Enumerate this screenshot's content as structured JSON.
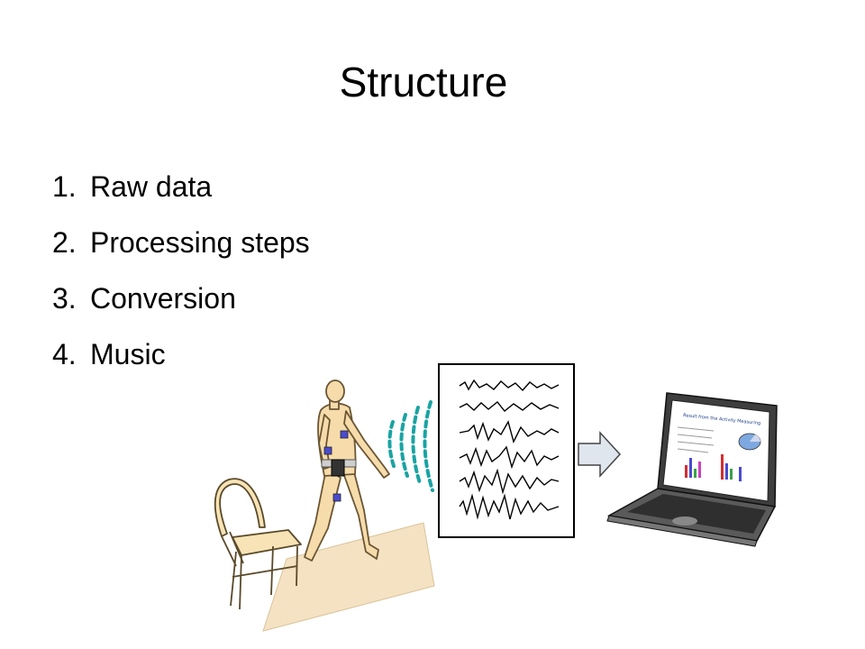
{
  "slide": {
    "title": "Structure",
    "items": [
      {
        "number": "1.",
        "text": "Raw data"
      },
      {
        "number": "2.",
        "text": "Processing steps"
      },
      {
        "number": "3.",
        "text": "Conversion"
      },
      {
        "number": "4.",
        "text": "Music"
      }
    ]
  },
  "illustration": {
    "laptop_screen_heading": "Result from the Activity Measuring",
    "colors": {
      "skin": "#f6dcab",
      "floor_mat": "#f4e2c2",
      "wireless_waves": "#1aa3a3",
      "sensor": "#4a4ad0",
      "arrow": "#dfe6ee",
      "laptop_body": "#3e3e3e"
    }
  }
}
